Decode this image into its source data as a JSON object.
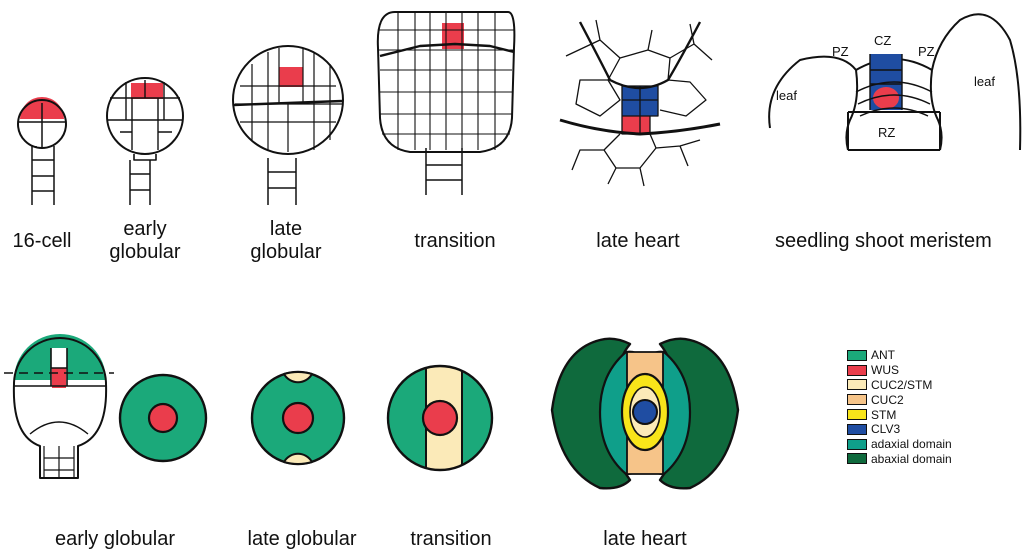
{
  "top_row": {
    "labels": [
      {
        "lines": [
          "16-cell"
        ]
      },
      {
        "lines": [
          "early",
          "globular"
        ]
      },
      {
        "lines": [
          "late",
          "globular"
        ]
      },
      {
        "lines": [
          "transition"
        ]
      },
      {
        "lines": [
          "late heart"
        ]
      },
      {
        "lines": [
          "seedling shoot meristem"
        ]
      }
    ],
    "meristem_zones": {
      "cz": "CZ",
      "pz_left": "PZ",
      "pz_right": "PZ",
      "rz": "RZ",
      "leaf_left": "leaf",
      "leaf_right": "leaf"
    }
  },
  "bottom_row": {
    "labels": [
      {
        "lines": [
          "early globular"
        ]
      },
      {
        "lines": [
          "late globular"
        ]
      },
      {
        "lines": [
          "transition"
        ]
      },
      {
        "lines": [
          "late heart"
        ]
      }
    ]
  },
  "legend": [
    {
      "label": "ANT",
      "color": "#1ba97a"
    },
    {
      "label": "WUS",
      "color": "#ea3d4c"
    },
    {
      "label": "CUC2/STM",
      "color": "#fbeab8"
    },
    {
      "label": "CUC2",
      "color": "#f6c489"
    },
    {
      "label": "STM",
      "color": "#f8e51a"
    },
    {
      "label": "CLV3",
      "color": "#1f4da2"
    },
    {
      "label": "adaxial domain",
      "color": "#0f9f8a"
    },
    {
      "label": "abaxial domain",
      "color": "#0f6a3d"
    }
  ],
  "colors": {
    "ant": "#1ba97a",
    "wus": "#ea3d4c",
    "cuc2_stm": "#fbeab8",
    "cuc2": "#f6c489",
    "stm": "#f8e51a",
    "clv3": "#1f4da2",
    "adaxial": "#0f9f8a",
    "abaxial": "#0f6a3d"
  }
}
